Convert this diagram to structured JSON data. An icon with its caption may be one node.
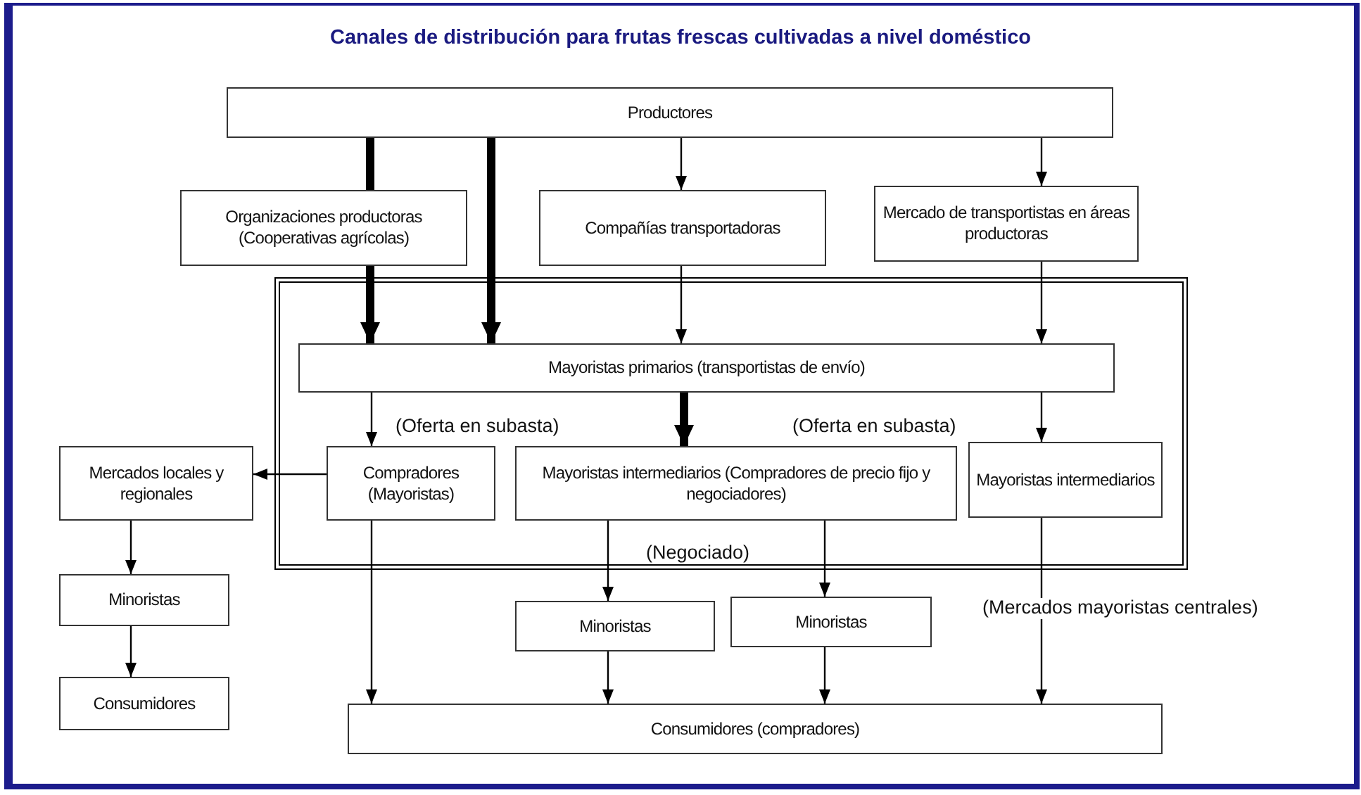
{
  "diagram": {
    "title": "Canales de distribución para frutas frescas cultivadas a nivel doméstico",
    "nodes": [
      {
        "text": [
          "Productores"
        ]
      },
      {
        "text": [
          "Organizaciones productoras (Cooperativas agrícolas)"
        ]
      },
      {
        "text": [
          "Compañías  transportadoras"
        ]
      },
      {
        "text": [
          "Mercado de transportistas en áreas productoras"
        ]
      },
      {
        "text": [],
        "shape": "box"
      },
      {
        "text": [
          "Mayoristas primarios (transportistas de envío)"
        ],
        "in": 4
      },
      {
        "text": [
          "Mercados locales y regionales"
        ]
      },
      {
        "text": [
          "Compradores (Mayoristas)"
        ],
        "in": 4
      },
      {
        "text": [
          "Mayoristas intermediarios (Compradores  de precio fijo y negociadores)"
        ],
        "in": 4
      },
      {
        "text": [
          "Mayoristas intermediarios"
        ],
        "in": 4
      },
      {
        "text": [
          "Minoristas"
        ]
      },
      {
        "text": [
          "Minoristas"
        ]
      },
      {
        "text": [
          "Minoristas"
        ]
      },
      {
        "text": [
          "Consumidores"
        ]
      },
      {
        "text": [
          "Consumidores (compradores)"
        ]
      }
    ],
    "edges": [
      {
        "from": 0,
        "to": 1,
        "arrow": "none",
        "style": "thick"
      },
      {
        "from": 0,
        "to": 5,
        "arrow": "to",
        "style": "thick"
      },
      {
        "from": 0,
        "to": 2,
        "arrow": "to"
      },
      {
        "from": 0,
        "to": 3,
        "arrow": "to"
      },
      {
        "from": 1,
        "to": 5,
        "arrow": "to",
        "style": "thick"
      },
      {
        "from": 2,
        "to": 5,
        "arrow": "to"
      },
      {
        "from": 3,
        "to": 5,
        "arrow": "to"
      },
      {
        "from": 5,
        "to": 7,
        "arrow": "to",
        "label": "(Oferta en subasta)"
      },
      {
        "from": 5,
        "to": 8,
        "arrow": "to",
        "style": "thick"
      },
      {
        "from": 5,
        "to": 9,
        "arrow": "to",
        "label": "(Oferta en subasta)"
      },
      {
        "from": 7,
        "to": 6,
        "arrow": "to"
      },
      {
        "from": 6,
        "to": 10,
        "arrow": "to"
      },
      {
        "from": 10,
        "to": 13,
        "arrow": "to"
      },
      {
        "from": 7,
        "to": 14,
        "arrow": "to"
      },
      {
        "from": 8,
        "to": 11,
        "arrow": "to"
      },
      {
        "from": 8,
        "to": 12,
        "arrow": "to"
      },
      {
        "from": 11,
        "to": 14,
        "arrow": "to"
      },
      {
        "from": 12,
        "to": 14,
        "arrow": "to"
      },
      {
        "from": 9,
        "to": 14,
        "arrow": "to",
        "label": "(Mercados mayoristas centrales)"
      }
    ],
    "labels": [
      "(Negociado)"
    ]
  }
}
